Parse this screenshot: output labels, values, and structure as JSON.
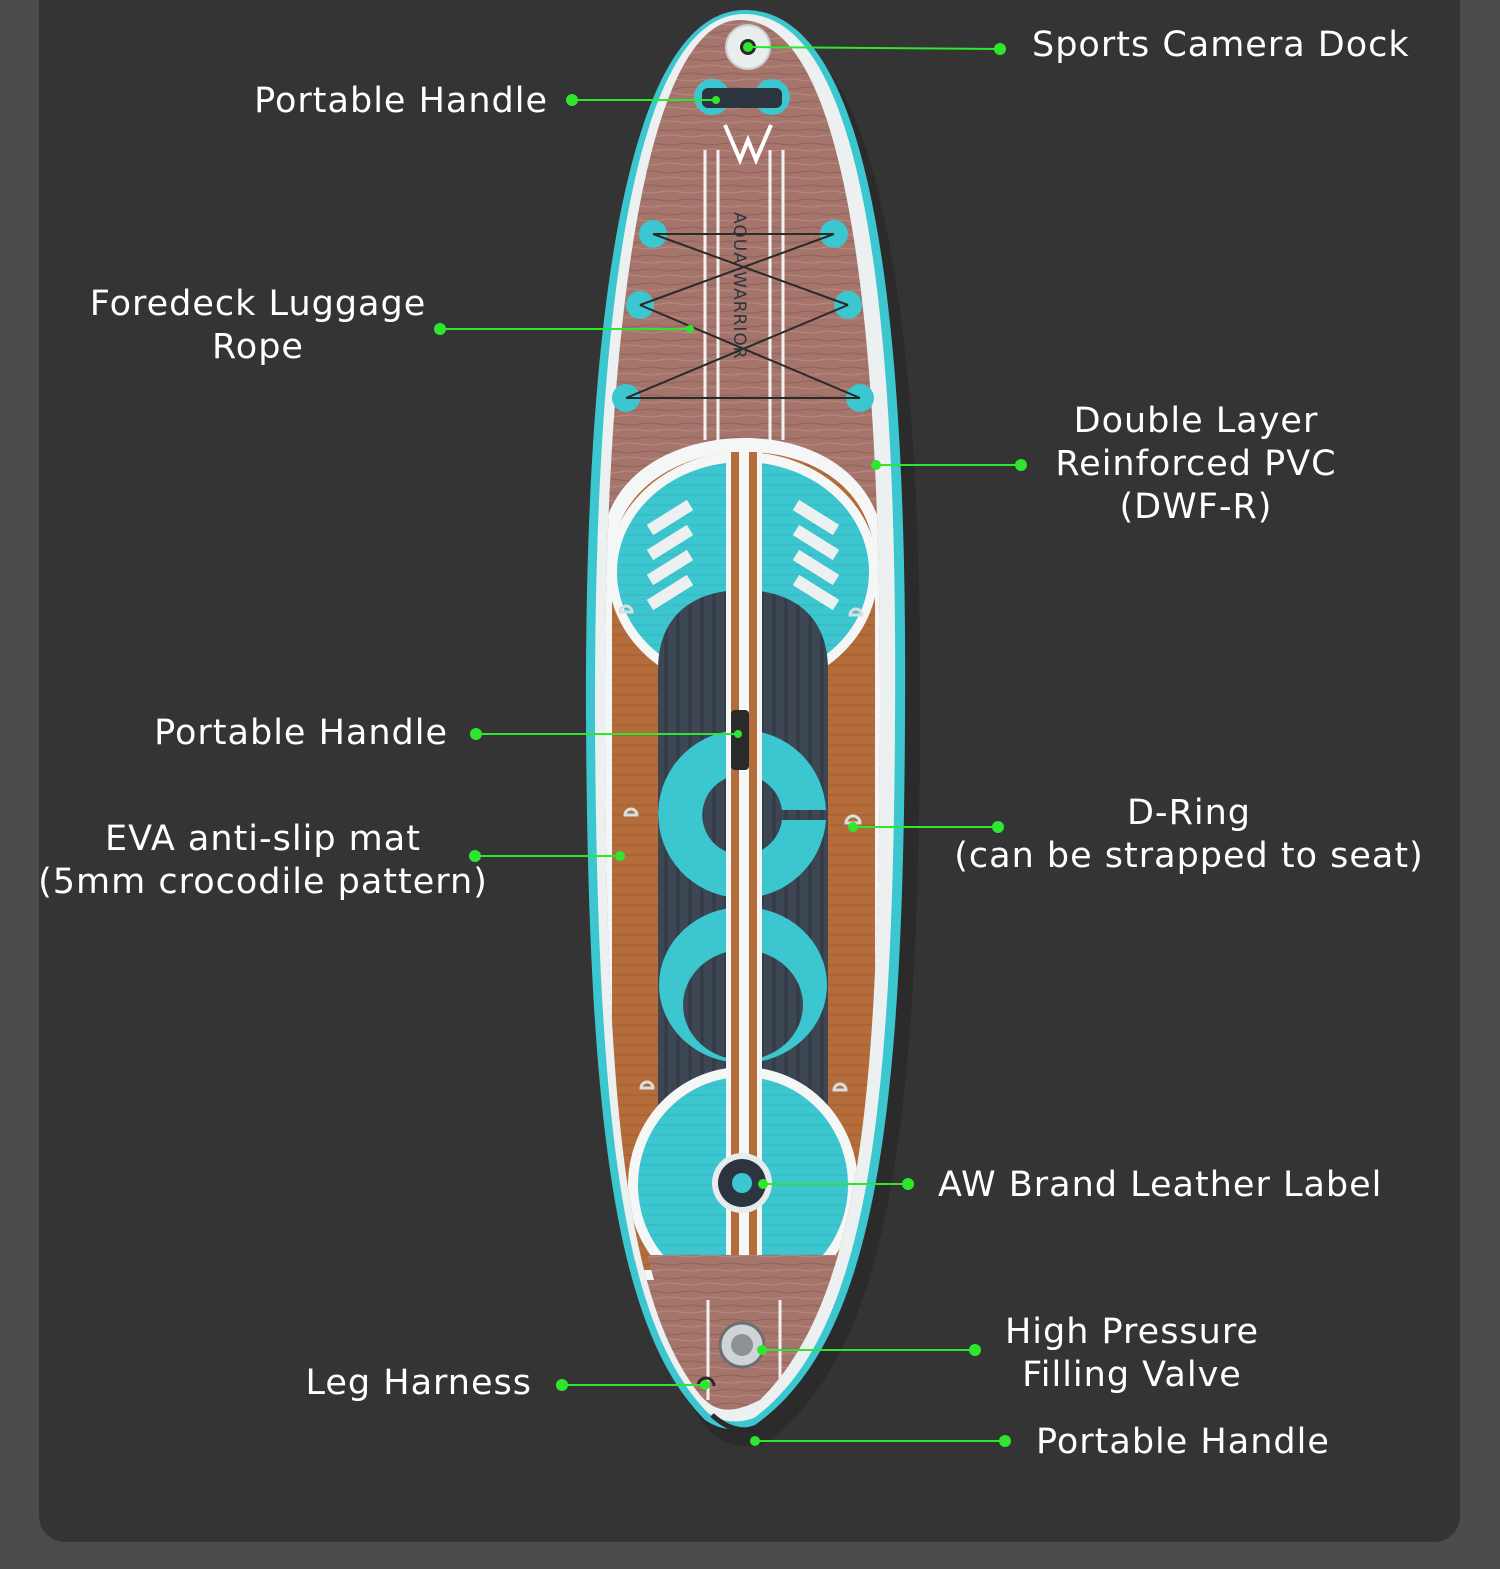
{
  "colors": {
    "background": "#343434",
    "outer_margin": "#4b4b4b",
    "callout_line": "#2ee62e",
    "label_text": "#ffffff",
    "board_teal": "#3cc6cf",
    "board_wood": "#a5756c",
    "board_brown": "#b36c3a",
    "board_navy": "#3d4653"
  },
  "board": {
    "brand_text": "AQUA WARRIOR"
  },
  "callouts": [
    {
      "id": "sports-camera-dock",
      "lines": [
        "Sports Camera Dock"
      ]
    },
    {
      "id": "portable-handle-front",
      "lines": [
        "Portable Handle"
      ]
    },
    {
      "id": "foredeck-luggage-rope",
      "lines": [
        "Foredeck Luggage",
        "Rope"
      ]
    },
    {
      "id": "double-layer-pvc",
      "lines": [
        "Double Layer",
        "Reinforced PVC",
        "(DWF-R)"
      ]
    },
    {
      "id": "portable-handle-center",
      "lines": [
        "Portable Handle"
      ]
    },
    {
      "id": "eva-anti-slip-mat",
      "lines": [
        "EVA anti-slip mat",
        "(5mm crocodile pattern)"
      ]
    },
    {
      "id": "d-ring",
      "lines": [
        "D-Ring",
        "(can be strapped to seat)"
      ]
    },
    {
      "id": "aw-brand-leather-label",
      "lines": [
        "AW Brand Leather Label"
      ]
    },
    {
      "id": "high-pressure-valve",
      "lines": [
        "High Pressure",
        "Filling Valve"
      ]
    },
    {
      "id": "leg-harness",
      "lines": [
        "Leg Harness"
      ]
    },
    {
      "id": "portable-handle-tail",
      "lines": [
        "Portable Handle"
      ]
    }
  ]
}
